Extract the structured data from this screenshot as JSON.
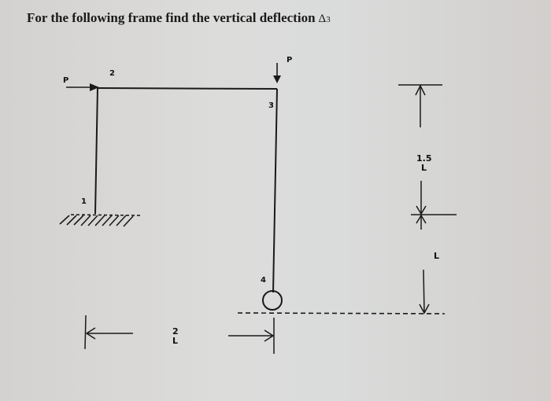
{
  "title": {
    "text": "For the following frame find the vertical deflection",
    "symbol": "Δ",
    "subscript": "3"
  },
  "diagram": {
    "loads": {
      "horizontal_load_label": "P",
      "vertical_load_label": "P"
    },
    "nodes": {
      "node1": "1",
      "node2": "2",
      "node3": "3",
      "node4": "4"
    },
    "dimensions": {
      "upper_vertical_value": "1.5",
      "upper_vertical_unit": "L",
      "lower_vertical_unit": "L",
      "horizontal_value": "2",
      "horizontal_unit": "L"
    },
    "supports": {
      "node1": "fixed",
      "node4": "roller"
    },
    "colors": {
      "line": "#1a1a1a",
      "background": "#dadbda"
    }
  }
}
